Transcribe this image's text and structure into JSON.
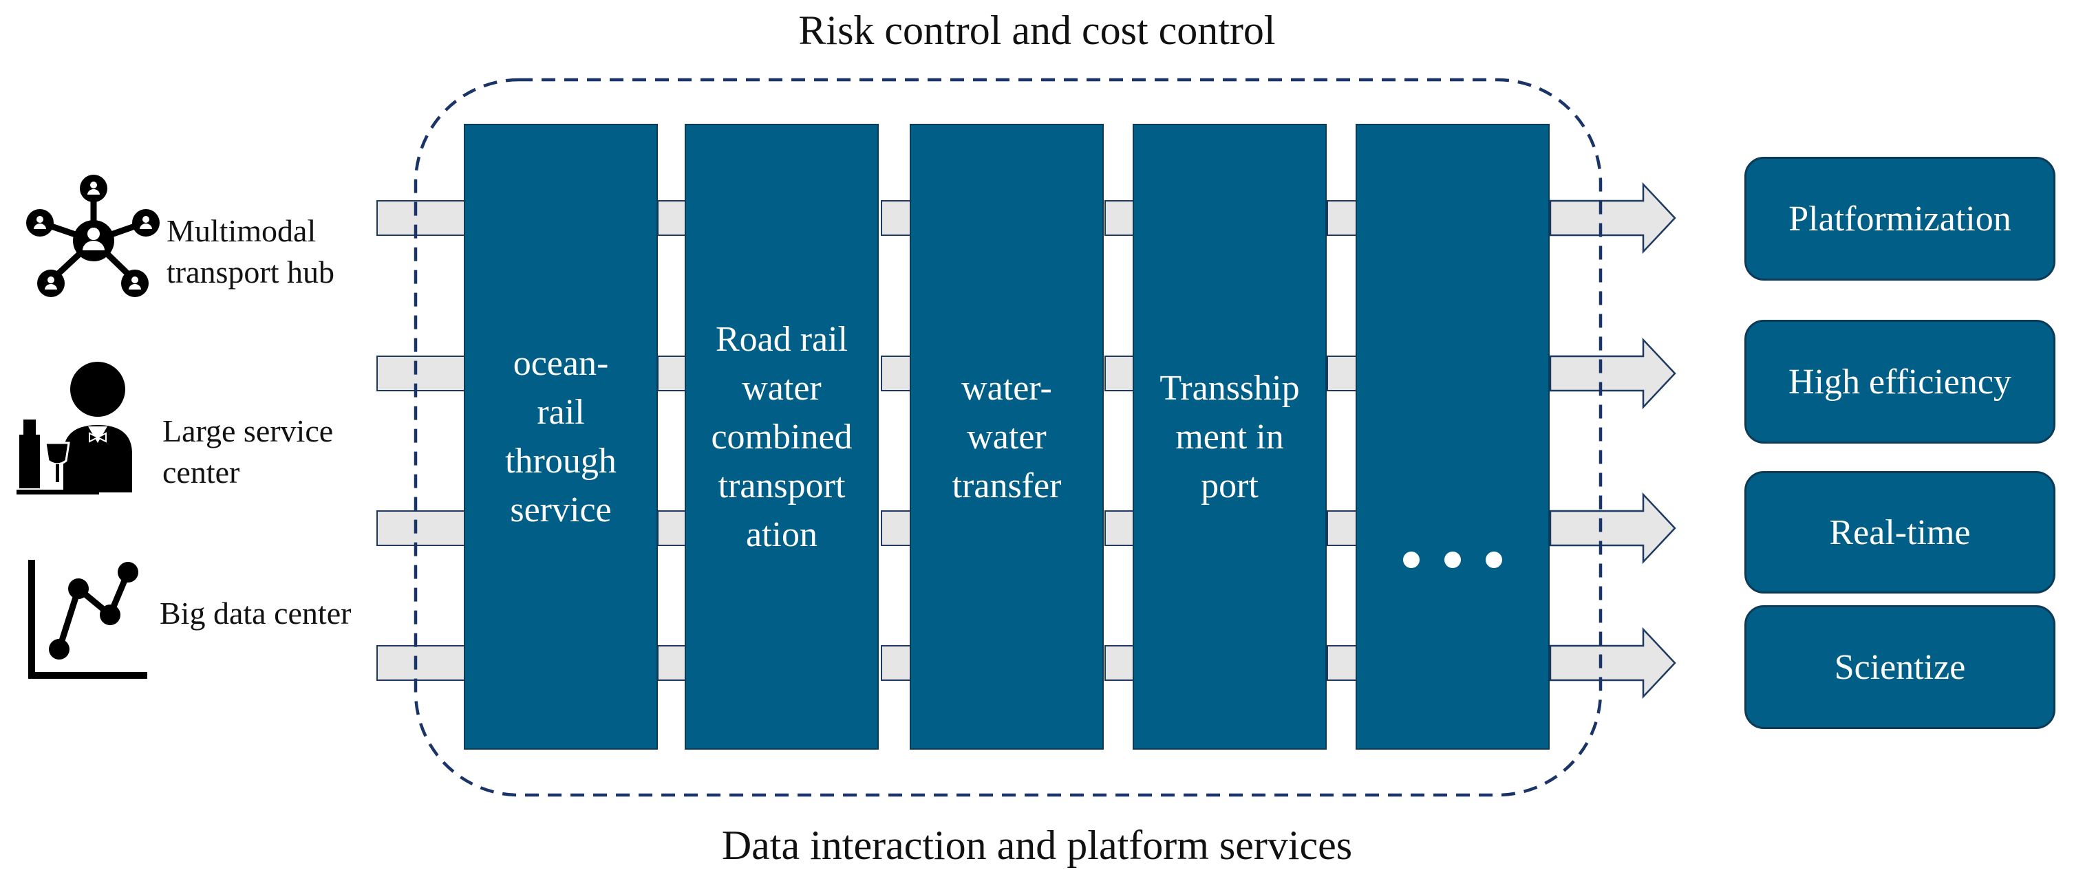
{
  "titles": {
    "top": "Risk control and cost control",
    "bottom": "Data interaction and platform services"
  },
  "inputs": [
    {
      "label": "Multimodal\ntransport hub",
      "icon": "network-people-icon"
    },
    {
      "label": "Large service\ncenter",
      "icon": "waiter-icon"
    },
    {
      "label": "Big data center",
      "icon": "line-chart-icon"
    }
  ],
  "services": [
    {
      "label": "ocean-\nrail\nthrough\nservice"
    },
    {
      "label": "Road rail\nwater\ncombined\ntransport\nation"
    },
    {
      "label": "water-\nwater\ntransfer"
    },
    {
      "label": "Transship\nment in\nport"
    },
    {
      "label": "",
      "icon": "ellipsis-icon"
    }
  ],
  "outcomes": [
    "Platformization",
    "High efficiency",
    "Real-time",
    "Scientize"
  ],
  "colors": {
    "box_fill": "#005e87",
    "box_border": "#0d3a57",
    "arrow_fill": "#e6e6e6",
    "arrow_stroke": "#1f3a60",
    "dashed_border": "#1b3468"
  }
}
